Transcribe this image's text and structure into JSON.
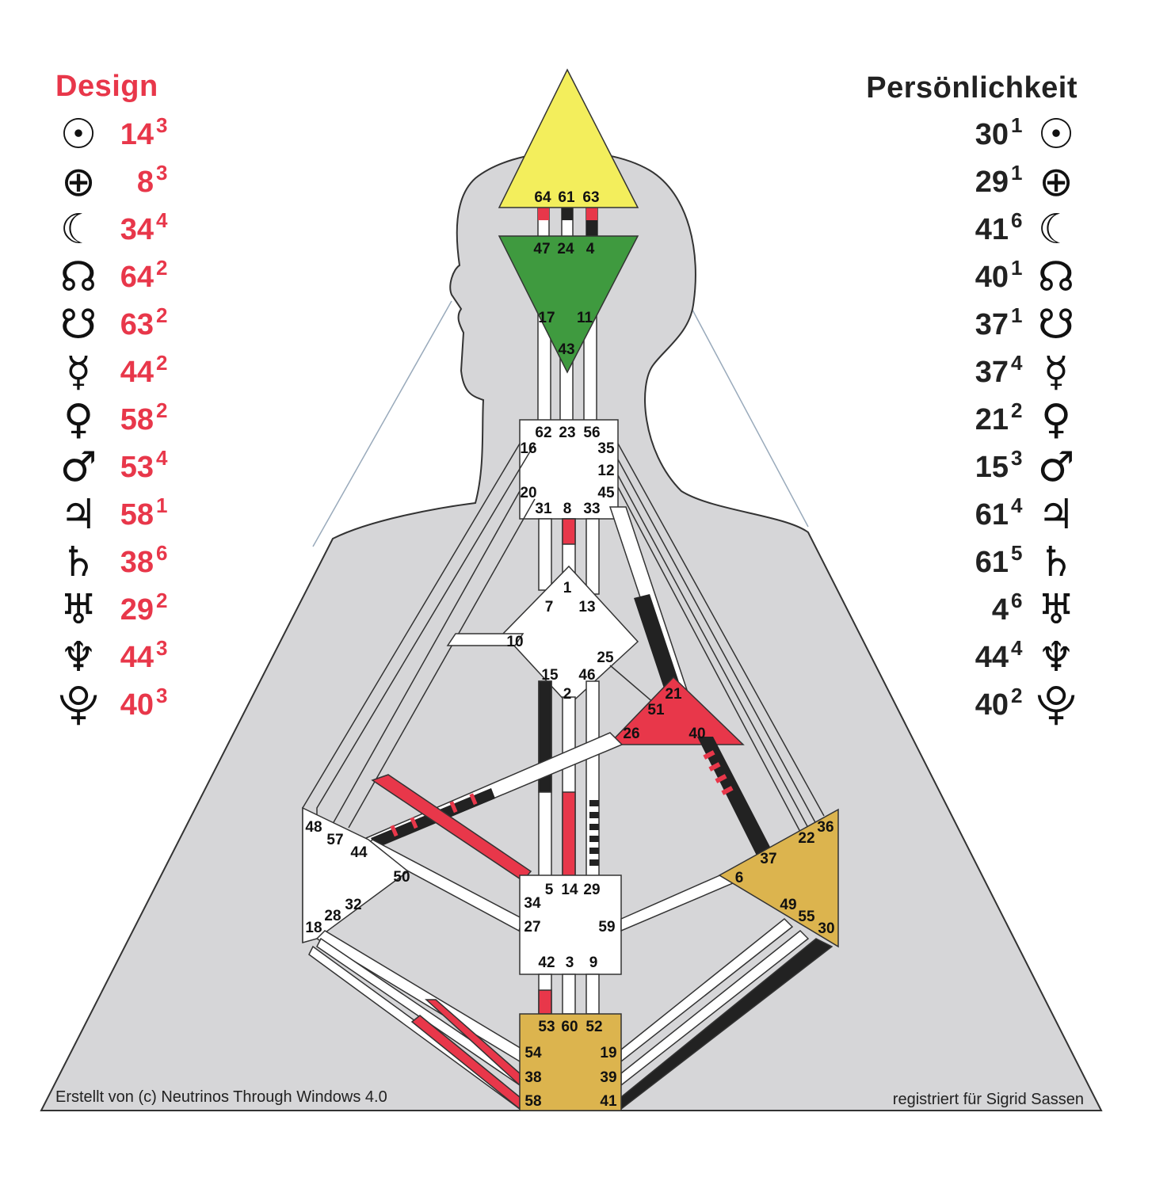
{
  "design": {
    "title": "Design",
    "planets": [
      {
        "icon": "sun-icon",
        "glyph": "☉",
        "gate": "14",
        "line": "3"
      },
      {
        "icon": "earth-icon",
        "glyph": "⊕",
        "gate": "8",
        "line": "3"
      },
      {
        "icon": "moon-icon",
        "glyph": "☾",
        "gate": "34",
        "line": "4"
      },
      {
        "icon": "north-node-icon",
        "glyph": "☊",
        "gate": "64",
        "line": "2"
      },
      {
        "icon": "south-node-icon",
        "glyph": "☋",
        "gate": "63",
        "line": "2"
      },
      {
        "icon": "mercury-icon",
        "glyph": "☿",
        "gate": "44",
        "line": "2"
      },
      {
        "icon": "venus-icon",
        "glyph": "♀",
        "gate": "58",
        "line": "2"
      },
      {
        "icon": "mars-icon",
        "glyph": "♂",
        "gate": "53",
        "line": "4"
      },
      {
        "icon": "jupiter-icon",
        "glyph": "♃",
        "gate": "58",
        "line": "1"
      },
      {
        "icon": "saturn-icon",
        "glyph": "♄",
        "gate": "38",
        "line": "6"
      },
      {
        "icon": "uranus-icon",
        "glyph": "♅",
        "gate": "29",
        "line": "2"
      },
      {
        "icon": "neptune-icon",
        "glyph": "♆",
        "gate": "44",
        "line": "3"
      },
      {
        "icon": "pluto-icon",
        "glyph": "⯓",
        "gate": "40",
        "line": "3"
      }
    ]
  },
  "personality": {
    "title": "Persönlichkeit",
    "planets": [
      {
        "icon": "sun-icon",
        "glyph": "☉",
        "gate": "30",
        "line": "1"
      },
      {
        "icon": "earth-icon",
        "glyph": "⊕",
        "gate": "29",
        "line": "1"
      },
      {
        "icon": "moon-icon",
        "glyph": "☾",
        "gate": "41",
        "line": "6"
      },
      {
        "icon": "north-node-icon",
        "glyph": "☊",
        "gate": "40",
        "line": "1"
      },
      {
        "icon": "south-node-icon",
        "glyph": "☋",
        "gate": "37",
        "line": "1"
      },
      {
        "icon": "mercury-icon",
        "glyph": "☿",
        "gate": "37",
        "line": "4"
      },
      {
        "icon": "venus-icon",
        "glyph": "♀",
        "gate": "21",
        "line": "2"
      },
      {
        "icon": "mars-icon",
        "glyph": "♂",
        "gate": "15",
        "line": "3"
      },
      {
        "icon": "jupiter-icon",
        "glyph": "♃",
        "gate": "61",
        "line": "4"
      },
      {
        "icon": "saturn-icon",
        "glyph": "♄",
        "gate": "61",
        "line": "5"
      },
      {
        "icon": "uranus-icon",
        "glyph": "♅",
        "gate": "4",
        "line": "6"
      },
      {
        "icon": "neptune-icon",
        "glyph": "♆",
        "gate": "44",
        "line": "4"
      },
      {
        "icon": "pluto-icon",
        "glyph": "⯓",
        "gate": "40",
        "line": "2"
      }
    ]
  },
  "colors": {
    "design_red": "#e8374a",
    "personality_black": "#222222",
    "head_center": "#f3ee5c",
    "ajna_center": "#3f9a3f",
    "ego_center": "#e8374a",
    "solar_plexus_center": "#dcb44e",
    "root_center": "#dcb44e",
    "undefined_center": "#ffffff",
    "body_gray": "#d6d6d8"
  },
  "gates": {
    "head": [
      "64",
      "61",
      "63"
    ],
    "ajna": [
      "47",
      "24",
      "4",
      "17",
      "11",
      "43"
    ],
    "throat": [
      "62",
      "23",
      "56",
      "16",
      "35",
      "12",
      "20",
      "45",
      "31",
      "8",
      "33"
    ],
    "g_center": [
      "1",
      "7",
      "13",
      "10",
      "25",
      "15",
      "46",
      "2"
    ],
    "ego": [
      "21",
      "51",
      "26",
      "40"
    ],
    "spleen": [
      "48",
      "57",
      "44",
      "50",
      "32",
      "28",
      "18"
    ],
    "solar_plexus": [
      "36",
      "22",
      "37",
      "6",
      "49",
      "55",
      "30"
    ],
    "sacral": [
      "5",
      "14",
      "29",
      "34",
      "27",
      "59",
      "42",
      "3",
      "9"
    ],
    "root": [
      "53",
      "60",
      "52",
      "54",
      "19",
      "38",
      "39",
      "58",
      "41"
    ]
  },
  "footer": {
    "left": "Erstellt von (c) Neutrinos Through Windows 4.0",
    "right": "registriert für Sigrid Sassen"
  }
}
